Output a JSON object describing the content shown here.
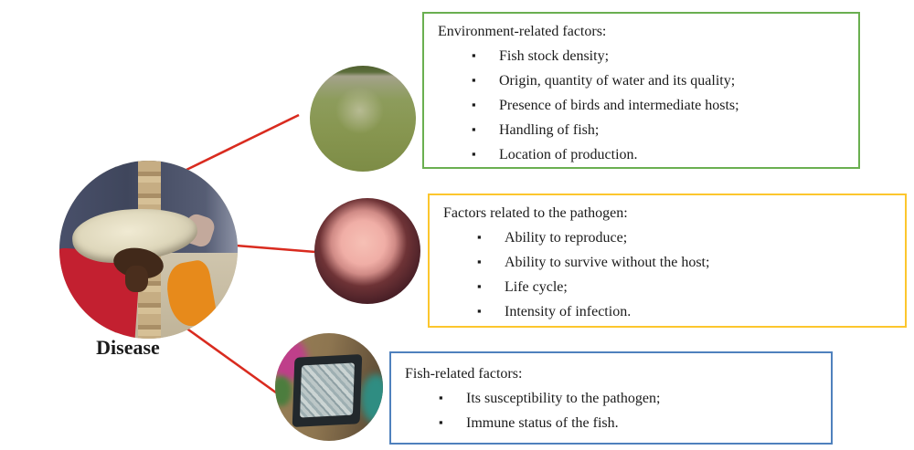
{
  "glyphs": {
    "square_bullet": "▪"
  },
  "colors": {
    "connector_red": "#d92b1f",
    "environment_border": "#6aaf50",
    "pathogen_border": "#fcc62d",
    "fish_border": "#4f81bd",
    "text": "#1b1b1b"
  },
  "diagram": {
    "center_label": "Disease",
    "center_image": "hand-holding-tilapia-photo",
    "nodes": [
      {
        "image": "pond-water-photo",
        "box": {
          "title": "Environment-related factors:",
          "items": [
            "Fish stock density;",
            "Origin, quantity of water and its quality;",
            "Presence of birds and intermediate hosts;",
            "Handling of fish;",
            "Location of production."
          ]
        }
      },
      {
        "image": "pathogen-culture-photo",
        "box": {
          "title": "Factors related to the pathogen:",
          "items": [
            "Ability to reproduce;",
            "Ability to survive without the host;",
            "Life cycle;",
            "Intensity of infection."
          ]
        }
      },
      {
        "image": "crate-of-fish-photo",
        "box": {
          "title": "Fish-related factors:",
          "items": [
            "Its susceptibility to the pathogen;",
            "Immune status of the fish."
          ]
        }
      }
    ]
  }
}
